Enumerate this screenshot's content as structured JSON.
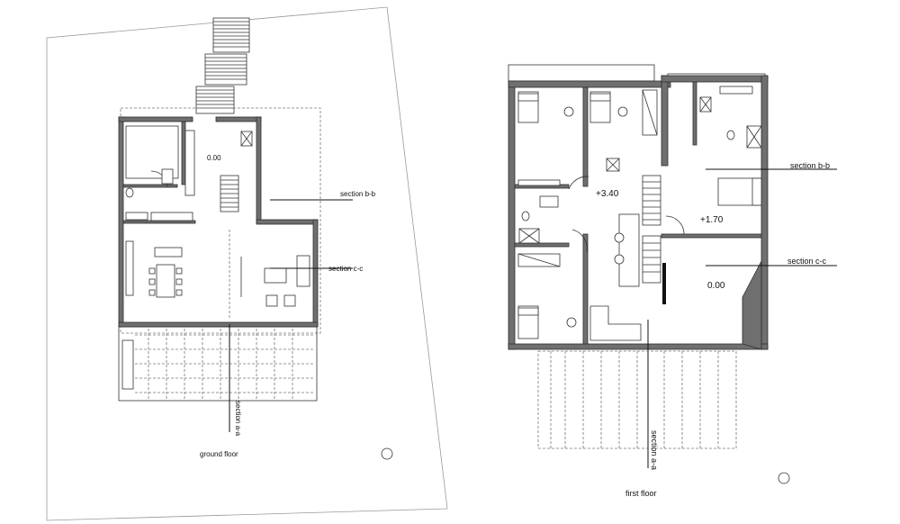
{
  "ground_floor": {
    "title": "ground floor",
    "level": "0.00",
    "section_bb": "section b-b",
    "section_cc": "section c-c",
    "section_aa": "section a-a"
  },
  "first_floor": {
    "title": "first floor",
    "level_upper": "+3.40",
    "level_mid": "+1.70",
    "level_ground": "0.00",
    "section_bb": "section b-b",
    "section_cc": "section c-c",
    "section_aa": "section a-a"
  },
  "icons": [
    "north-arrow-icon",
    "north-arrow-icon"
  ]
}
